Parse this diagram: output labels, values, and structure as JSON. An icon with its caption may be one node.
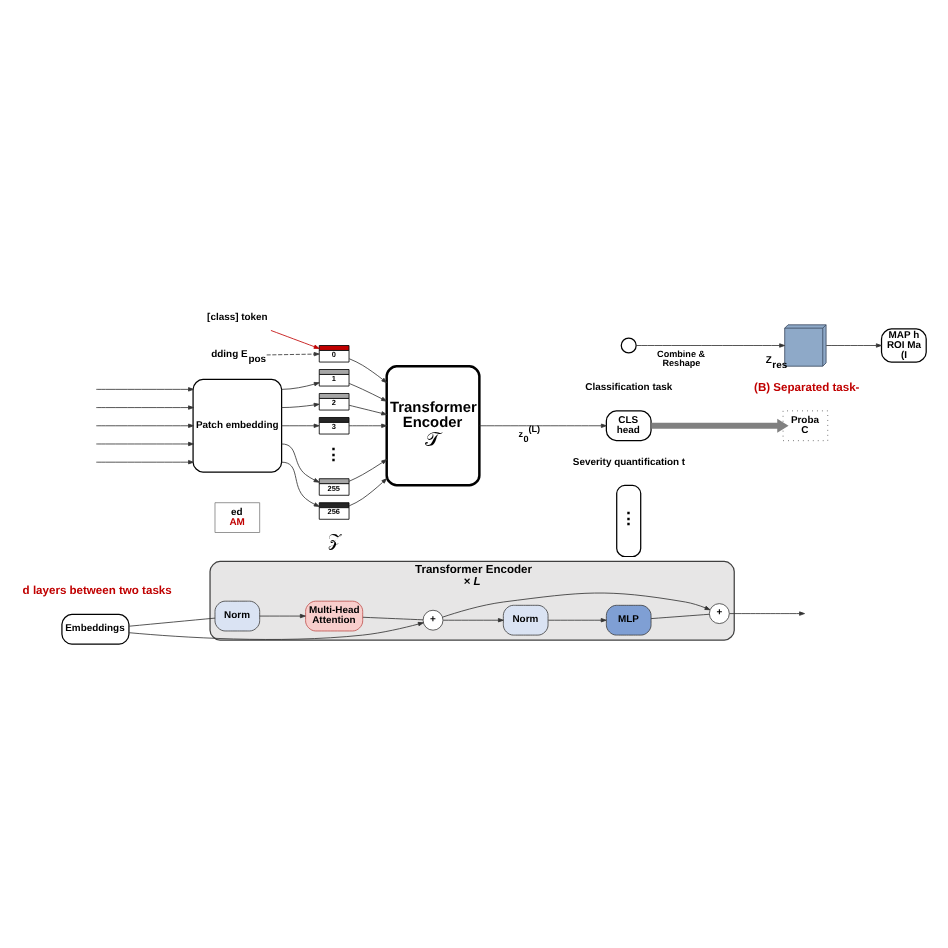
{
  "diagram": {
    "nodes": [
      {
        "text": [
          "Transformer Encoder",
          "× L"
        ]
      },
      {
        "text": [
          "Norm"
        ],
        "in": 0
      },
      {
        "text": [
          "Multi-Head Attention"
        ],
        "in": 0
      },
      {
        "text": [
          "+"
        ],
        "in": 0
      },
      {
        "text": [
          "Norm"
        ],
        "in": 0
      },
      {
        "text": [
          "MLP"
        ],
        "in": 0
      },
      {
        "text": [
          "+"
        ],
        "in": 0
      },
      {
        "text": [
          "Embeddings"
        ]
      },
      {
        "text": [
          "ed",
          "AM"
        ]
      },
      {
        "text": [
          "[class] token"
        ]
      },
      {
        "text": [
          "dding E$_{pos}$"
        ]
      },
      {
        "text": [
          "0"
        ]
      },
      {
        "text": [
          "Patch embedding"
        ]
      },
      {
        "text": [
          "1"
        ]
      },
      {
        "text": [
          "2"
        ]
      },
      {
        "text": [
          "3"
        ]
      },
      {
        "text": [
          "⋮"
        ]
      },
      {
        "text": [
          "255"
        ]
      },
      {
        "text": [
          "256"
        ]
      },
      {
        "text": [
          "Transformer Encoder",
          "𝒯"
        ]
      },
      {
        "text": [
          "⋮"
        ]
      },
      {
        "text": [],
        "shape": "circle"
      },
      {
        "text": [
          "CLS head"
        ]
      },
      {
        "text": [
          "Proba",
          "C"
        ]
      },
      {
        "text": [],
        "shape": "cube",
        "beside": [
          "Z$_{res}$"
        ]
      },
      {
        "text": [
          "MAP h ROI Ma (I"
        ]
      }
    ],
    "edges": [
      {
        "from": 7,
        "to": 1,
        "arrow": "none"
      },
      {
        "from": 1,
        "to": 2,
        "arrow": "to"
      },
      {
        "from": 2,
        "to": 3,
        "arrow": "none"
      },
      {
        "from": 3,
        "to": 4,
        "arrow": "to"
      },
      {
        "from": 4,
        "to": 5,
        "arrow": "to"
      },
      {
        "from": 5,
        "to": 6,
        "arrow": "none"
      },
      {
        "from": 6,
        "to": null,
        "arrow": "to"
      },
      {
        "from": 7,
        "to": 3,
        "arrow": "to"
      },
      {
        "from": 3,
        "to": 6,
        "arrow": "to"
      },
      {
        "from": 9,
        "to": 11,
        "arrow": "to",
        "color": "#c00000"
      },
      {
        "from": 10,
        "to": 11,
        "arrow": "to",
        "style": "dashed"
      },
      {
        "from": null,
        "to": 12,
        "arrow": "to"
      },
      {
        "from": null,
        "to": 12,
        "arrow": "to"
      },
      {
        "from": null,
        "to": 12,
        "arrow": "to"
      },
      {
        "from": null,
        "to": 12,
        "arrow": "to"
      },
      {
        "from": null,
        "to": 12,
        "arrow": "to"
      },
      {
        "from": 12,
        "to": 13,
        "arrow": "to"
      },
      {
        "from": 12,
        "to": 14,
        "arrow": "to"
      },
      {
        "from": 12,
        "to": 15,
        "arrow": "to"
      },
      {
        "from": 12,
        "to": 17,
        "arrow": "to"
      },
      {
        "from": 12,
        "to": 18,
        "arrow": "to"
      },
      {
        "from": 11,
        "to": 19,
        "arrow": "to"
      },
      {
        "from": 13,
        "to": 19,
        "arrow": "to"
      },
      {
        "from": 14,
        "to": 19,
        "arrow": "to"
      },
      {
        "from": 15,
        "to": 19,
        "arrow": "to"
      },
      {
        "from": 17,
        "to": 19,
        "arrow": "to"
      },
      {
        "from": 18,
        "to": 19,
        "arrow": "to"
      },
      {
        "from": 19,
        "to": 22,
        "arrow": "to",
        "label": "z$_{0}$$^{(L)}$"
      },
      {
        "from": 22,
        "to": 23,
        "arrow": "to",
        "style": "thick",
        "color": "#808080"
      },
      {
        "from": 21,
        "to": 24,
        "arrow": "to",
        "label": "Combine & Reshape"
      },
      {
        "from": 24,
        "to": 25,
        "arrow": "to"
      }
    ],
    "labels": [
      "d layers between two tasks",
      "(B) Separated task-",
      "Classification task",
      "Severity quantification t",
      "𝒵"
    ]
  }
}
